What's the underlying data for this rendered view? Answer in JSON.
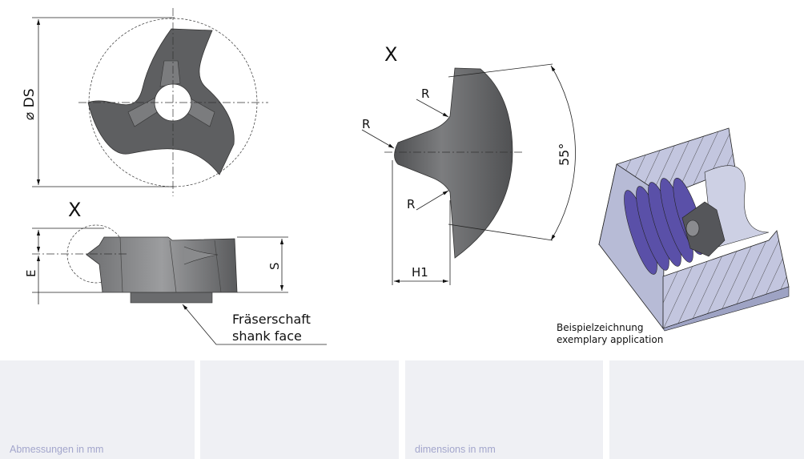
{
  "drawing": {
    "top_view": {
      "diameter_label": "⌀ DS"
    },
    "side_view": {
      "view_marker": "X",
      "e_label": "E",
      "s_label": "S",
      "shank_de": "Fräserschaft",
      "shank_en": "shank face"
    },
    "detail_x": {
      "title": "X",
      "radius_label": "R",
      "angle_label": "55°",
      "h1_label": "H1"
    },
    "application": {
      "caption_de": "Beispielzeichnung",
      "caption_en": "exemplary application"
    }
  },
  "panels": [
    {
      "label": "Abmessungen in mm"
    },
    {
      "label": ""
    },
    {
      "label": "dimensions in mm"
    },
    {
      "label": ""
    }
  ],
  "colors": {
    "insert": "#5e5f61",
    "panel": "#eff0f4",
    "thread": "#5a50a8",
    "block": "#b9bdd6"
  }
}
